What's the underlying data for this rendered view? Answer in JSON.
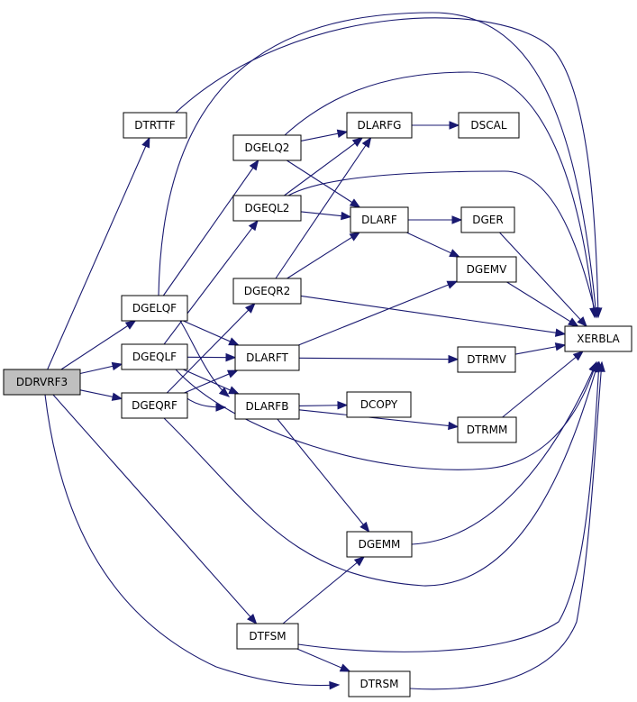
{
  "nodes": [
    {
      "id": "DDRVRF3",
      "label": "DDRVRF3",
      "root": true
    },
    {
      "id": "DTRTTF",
      "label": "DTRTTF"
    },
    {
      "id": "DGELQF",
      "label": "DGELQF"
    },
    {
      "id": "DGEQLF",
      "label": "DGEQLF"
    },
    {
      "id": "DGEQRF",
      "label": "DGEQRF"
    },
    {
      "id": "DGELQ2",
      "label": "DGELQ2"
    },
    {
      "id": "DGEQL2",
      "label": "DGEQL2"
    },
    {
      "id": "DGEQR2",
      "label": "DGEQR2"
    },
    {
      "id": "DLARFT",
      "label": "DLARFT"
    },
    {
      "id": "DLARFB",
      "label": "DLARFB"
    },
    {
      "id": "DTFSM",
      "label": "DTFSM"
    },
    {
      "id": "DLARFG",
      "label": "DLARFG"
    },
    {
      "id": "DLARF",
      "label": "DLARF"
    },
    {
      "id": "DCOPY",
      "label": "DCOPY"
    },
    {
      "id": "DGEMM",
      "label": "DGEMM"
    },
    {
      "id": "DTRSM",
      "label": "DTRSM"
    },
    {
      "id": "DSCAL",
      "label": "DSCAL"
    },
    {
      "id": "DGER",
      "label": "DGER"
    },
    {
      "id": "DGEMV",
      "label": "DGEMV"
    },
    {
      "id": "DTRMV",
      "label": "DTRMV"
    },
    {
      "id": "DTRMM",
      "label": "DTRMM"
    },
    {
      "id": "XERBLA",
      "label": "XERBLA"
    }
  ],
  "edges": [
    [
      "DDRVRF3",
      "DTRTTF"
    ],
    [
      "DDRVRF3",
      "DGELQF"
    ],
    [
      "DDRVRF3",
      "DGEQLF"
    ],
    [
      "DDRVRF3",
      "DGEQRF"
    ],
    [
      "DDRVRF3",
      "DTFSM"
    ],
    [
      "DDRVRF3",
      "DTRSM"
    ],
    [
      "DTRTTF",
      "XERBLA"
    ],
    [
      "DGELQF",
      "DGELQ2"
    ],
    [
      "DGELQF",
      "DLARFT"
    ],
    [
      "DGELQF",
      "DLARFB"
    ],
    [
      "DGELQF",
      "XERBLA"
    ],
    [
      "DGEQLF",
      "DGEQL2"
    ],
    [
      "DGEQLF",
      "DLARFT"
    ],
    [
      "DGEQLF",
      "DLARFB"
    ],
    [
      "DGEQLF",
      "XERBLA"
    ],
    [
      "DGEQRF",
      "DGEQR2"
    ],
    [
      "DGEQRF",
      "DLARFT"
    ],
    [
      "DGEQRF",
      "DLARFB"
    ],
    [
      "DGEQRF",
      "XERBLA"
    ],
    [
      "DGELQ2",
      "DLARFG"
    ],
    [
      "DGELQ2",
      "DLARF"
    ],
    [
      "DGELQ2",
      "XERBLA"
    ],
    [
      "DGEQL2",
      "DLARFG"
    ],
    [
      "DGEQL2",
      "DLARF"
    ],
    [
      "DGEQL2",
      "XERBLA"
    ],
    [
      "DGEQR2",
      "DLARFG"
    ],
    [
      "DGEQR2",
      "DLARF"
    ],
    [
      "DGEQR2",
      "XERBLA"
    ],
    [
      "DLARFG",
      "DSCAL"
    ],
    [
      "DLARF",
      "DGER"
    ],
    [
      "DLARF",
      "DGEMV"
    ],
    [
      "DLARFT",
      "DGEMV"
    ],
    [
      "DLARFT",
      "DTRMV"
    ],
    [
      "DLARFB",
      "DCOPY"
    ],
    [
      "DLARFB",
      "DTRMM"
    ],
    [
      "DLARFB",
      "DGEMM"
    ],
    [
      "DTFSM",
      "DGEMM"
    ],
    [
      "DTFSM",
      "DTRSM"
    ],
    [
      "DTFSM",
      "XERBLA"
    ],
    [
      "DGER",
      "XERBLA"
    ],
    [
      "DGEMV",
      "XERBLA"
    ],
    [
      "DTRMV",
      "XERBLA"
    ],
    [
      "DTRMM",
      "XERBLA"
    ],
    [
      "DGEMM",
      "XERBLA"
    ],
    [
      "DTRSM",
      "XERBLA"
    ]
  ],
  "colors": {
    "edge": "#191970",
    "root_fill": "#bfbfbf",
    "node_fill": "#ffffff"
  }
}
